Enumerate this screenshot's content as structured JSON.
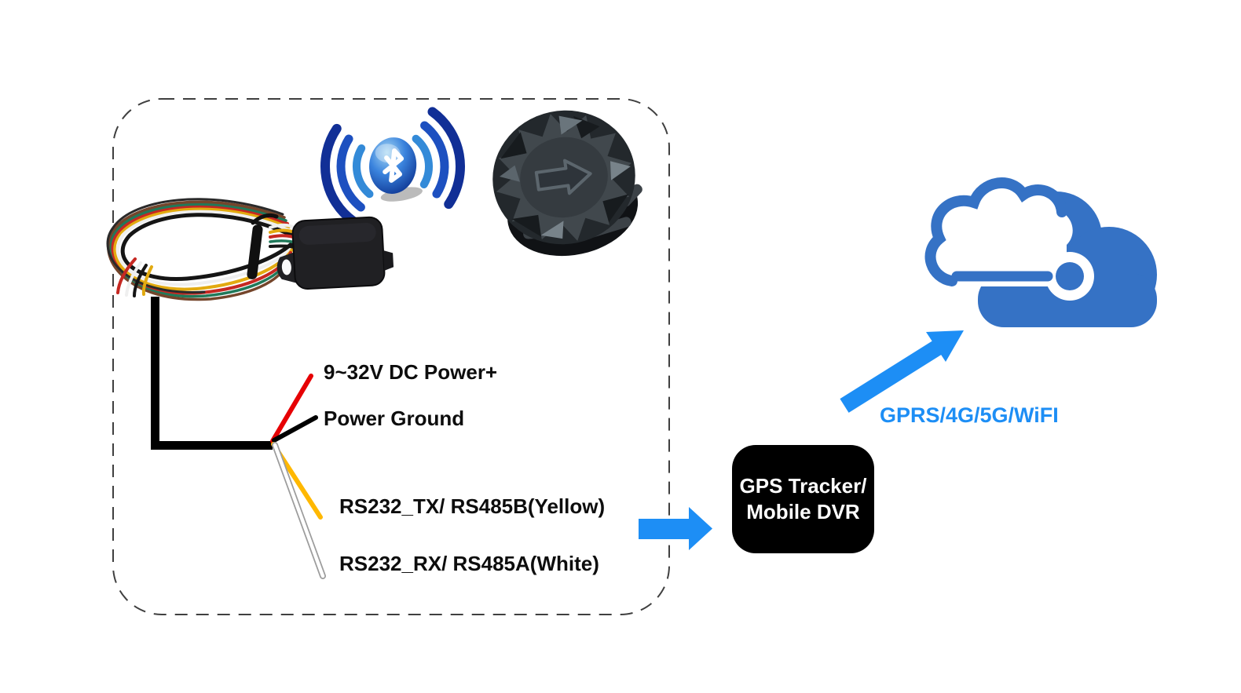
{
  "colors": {
    "arrow_blue": "#1d8ef5",
    "cloud_blue": "#3572c5",
    "bluetooth_dark_blue": "#112f96",
    "bluetooth_mid_blue": "#1d50c0",
    "bluetooth_light_blue": "#338ad8",
    "wire_red": "#e60004",
    "wire_black": "#000000",
    "wire_yellow": "#ffb800",
    "wire_white": "#ffffff",
    "label_text": "#0d0d0d",
    "gps_box_bg": "#000000",
    "gps_box_text": "#ffffff",
    "dashed_border": "#3f3f3f",
    "background": "#ffffff"
  },
  "icons": {
    "bluetooth": "bluetooth-icon",
    "fuel_sensor_cap": "fuel-sensor-cap-icon",
    "wired_sensor_device": "wired-sensor-device-icon",
    "cloud": "cloud-icon",
    "arrow_right": "arrow-right-icon",
    "arrow_up_right": "arrow-up-right-icon"
  },
  "wire_labels": {
    "power_plus": "9~32V DC Power+",
    "power_ground": "Power Ground",
    "rs232_tx": "RS232_TX/ RS485B(Yellow)",
    "rs232_rx": "RS232_RX/ RS485A(White)"
  },
  "gps_tracker_box": {
    "line1": "GPS Tracker/",
    "line2": "Mobile DVR"
  },
  "connectivity_label": "GPRS/4G/5G/WiFI"
}
